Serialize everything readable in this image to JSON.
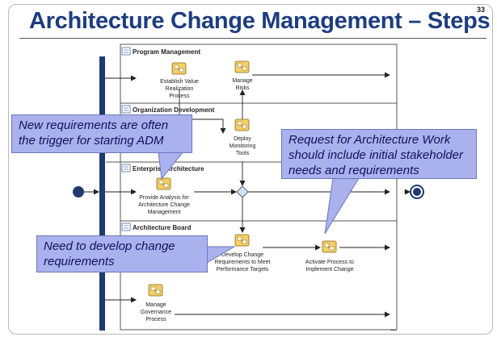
{
  "slide": {
    "title": "Architecture Change Management – Steps",
    "page_number": "33"
  },
  "lanes": [
    {
      "id": "program",
      "label": "Program Management"
    },
    {
      "id": "orgdev",
      "label": "Organization Development"
    },
    {
      "id": "ea",
      "label": "Enterprise Architecture"
    },
    {
      "id": "board",
      "label": "Architecture Board"
    }
  ],
  "activities": [
    {
      "id": "value",
      "lines": [
        "Establish Value",
        "Realization",
        "Process"
      ]
    },
    {
      "id": "risks",
      "lines": [
        "Manage",
        "Risks"
      ]
    },
    {
      "id": "deploy",
      "lines": [
        "Deploy",
        "Monitoring",
        "Tools"
      ]
    },
    {
      "id": "analysis",
      "lines": [
        "Provide Analysis for",
        "Architecture Change",
        "Management"
      ]
    },
    {
      "id": "develop",
      "lines": [
        "Develop Change",
        "Requirements to Meet",
        "Performance Targets"
      ]
    },
    {
      "id": "activate",
      "lines": [
        "Activate Process to",
        "Implement Change"
      ]
    },
    {
      "id": "governance",
      "lines": [
        "Manage",
        "Governance",
        "Process"
      ]
    }
  ],
  "callouts": {
    "new_requirements": [
      "New requirements are often",
      "the trigger for starting ADM"
    ],
    "request_for_work": [
      "Request for Architecture Work",
      "should include initial stakeholder",
      "needs and requirements"
    ],
    "develop_change": [
      "Need to develop change",
      "requirements"
    ]
  },
  "colors": {
    "title": "#1d3d80",
    "bar": "#1e3a6e",
    "callout_fill": "#aab2ee",
    "callout_text": "#11115c",
    "diamond": "#cfe0f8",
    "icon_fill": "#f2cf6a"
  },
  "icons": {
    "activity": "task-icon",
    "lane": "lane-icon"
  }
}
